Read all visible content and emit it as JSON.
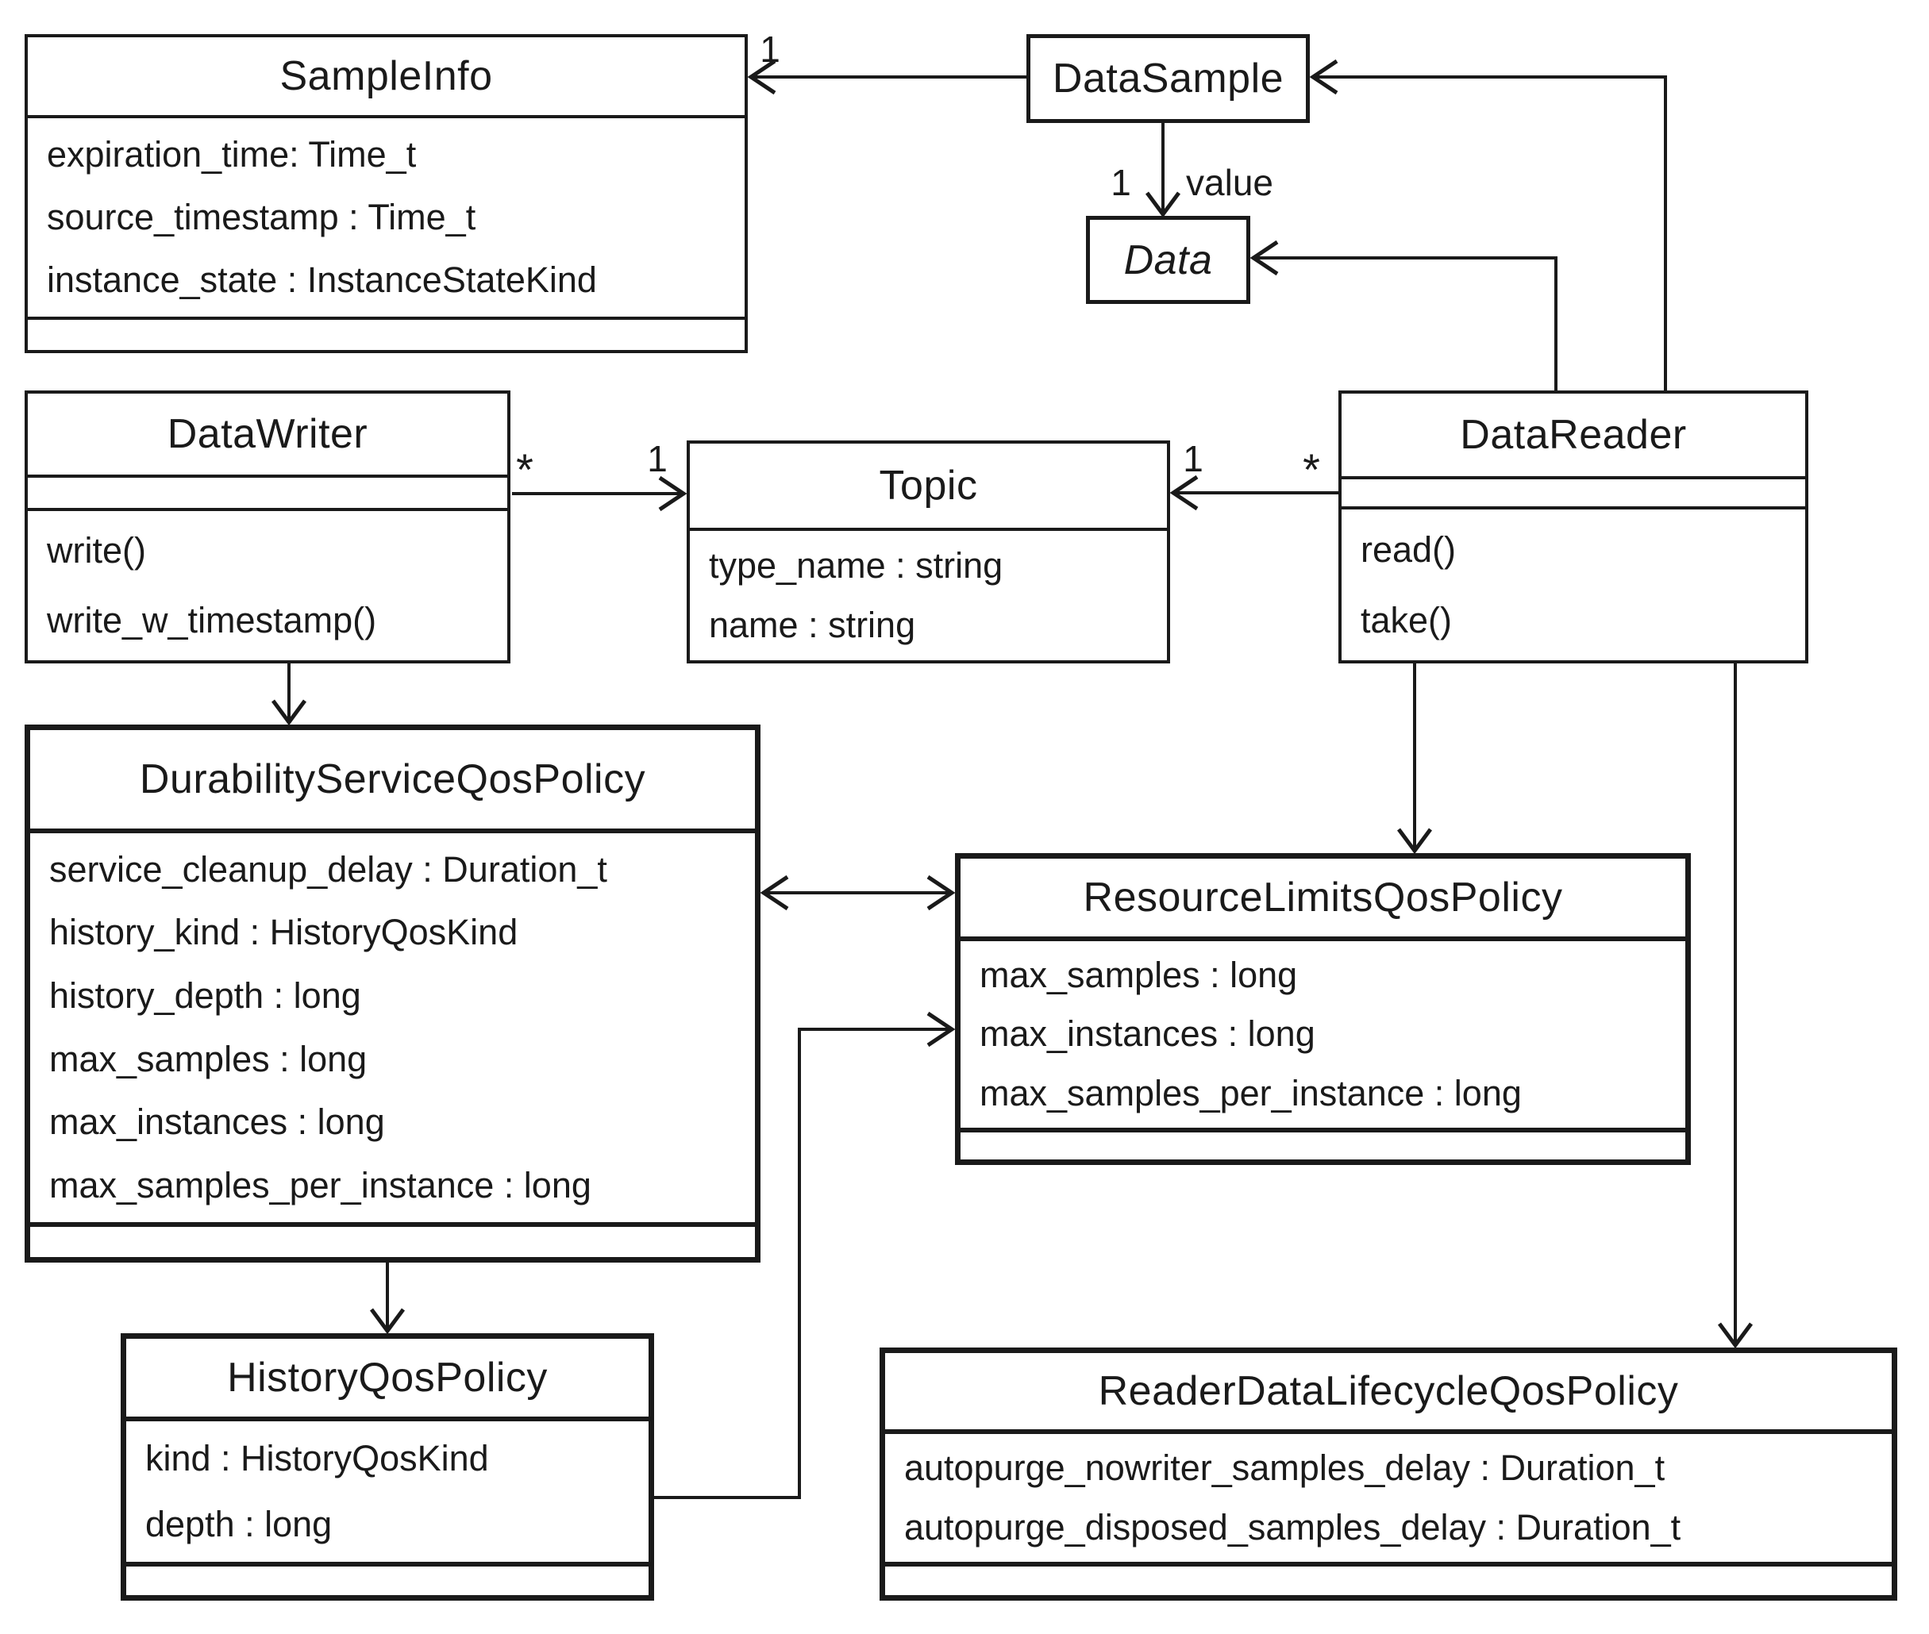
{
  "colors": {
    "ink": "#1a1a1a",
    "background": "#ffffff"
  },
  "classes": {
    "sampleInfo": {
      "name": "SampleInfo",
      "attributes": [
        "expiration_time: Time_t",
        "source_timestamp : Time_t",
        "instance_state : InstanceStateKind"
      ]
    },
    "dataSample": {
      "name": "DataSample"
    },
    "data": {
      "name": "Data"
    },
    "dataWriter": {
      "name": "DataWriter",
      "operations": [
        "write()",
        "write_w_timestamp()"
      ]
    },
    "topic": {
      "name": "Topic",
      "attributes": [
        "type_name : string",
        "name : string"
      ]
    },
    "dataReader": {
      "name": "DataReader",
      "operations": [
        "read()",
        "take()"
      ]
    },
    "durabilityServiceQosPolicy": {
      "name": "DurabilityServiceQosPolicy",
      "attributes": [
        "service_cleanup_delay : Duration_t",
        "history_kind : HistoryQosKind",
        "history_depth : long",
        "max_samples : long",
        "max_instances : long",
        "max_samples_per_instance : long"
      ]
    },
    "resourceLimitsQosPolicy": {
      "name": "ResourceLimitsQosPolicy",
      "attributes": [
        "max_samples : long",
        "max_instances : long",
        "max_samples_per_instance : long"
      ]
    },
    "historyQosPolicy": {
      "name": "HistoryQosPolicy",
      "attributes": [
        "kind : HistoryQosKind",
        "depth : long"
      ]
    },
    "readerDataLifecycleQosPolicy": {
      "name": "ReaderDataLifecycleQosPolicy",
      "attributes": [
        "autopurge_nowriter_samples_delay : Duration_t",
        "autopurge_disposed_samples_delay : Duration_t"
      ]
    }
  },
  "multiplicities": {
    "sampleinfo_end": "1",
    "data_end": "1",
    "data_role": "value",
    "writer_end": "*",
    "topic_from_writer_end": "1",
    "topic_from_reader_end": "1",
    "reader_end": "*"
  }
}
